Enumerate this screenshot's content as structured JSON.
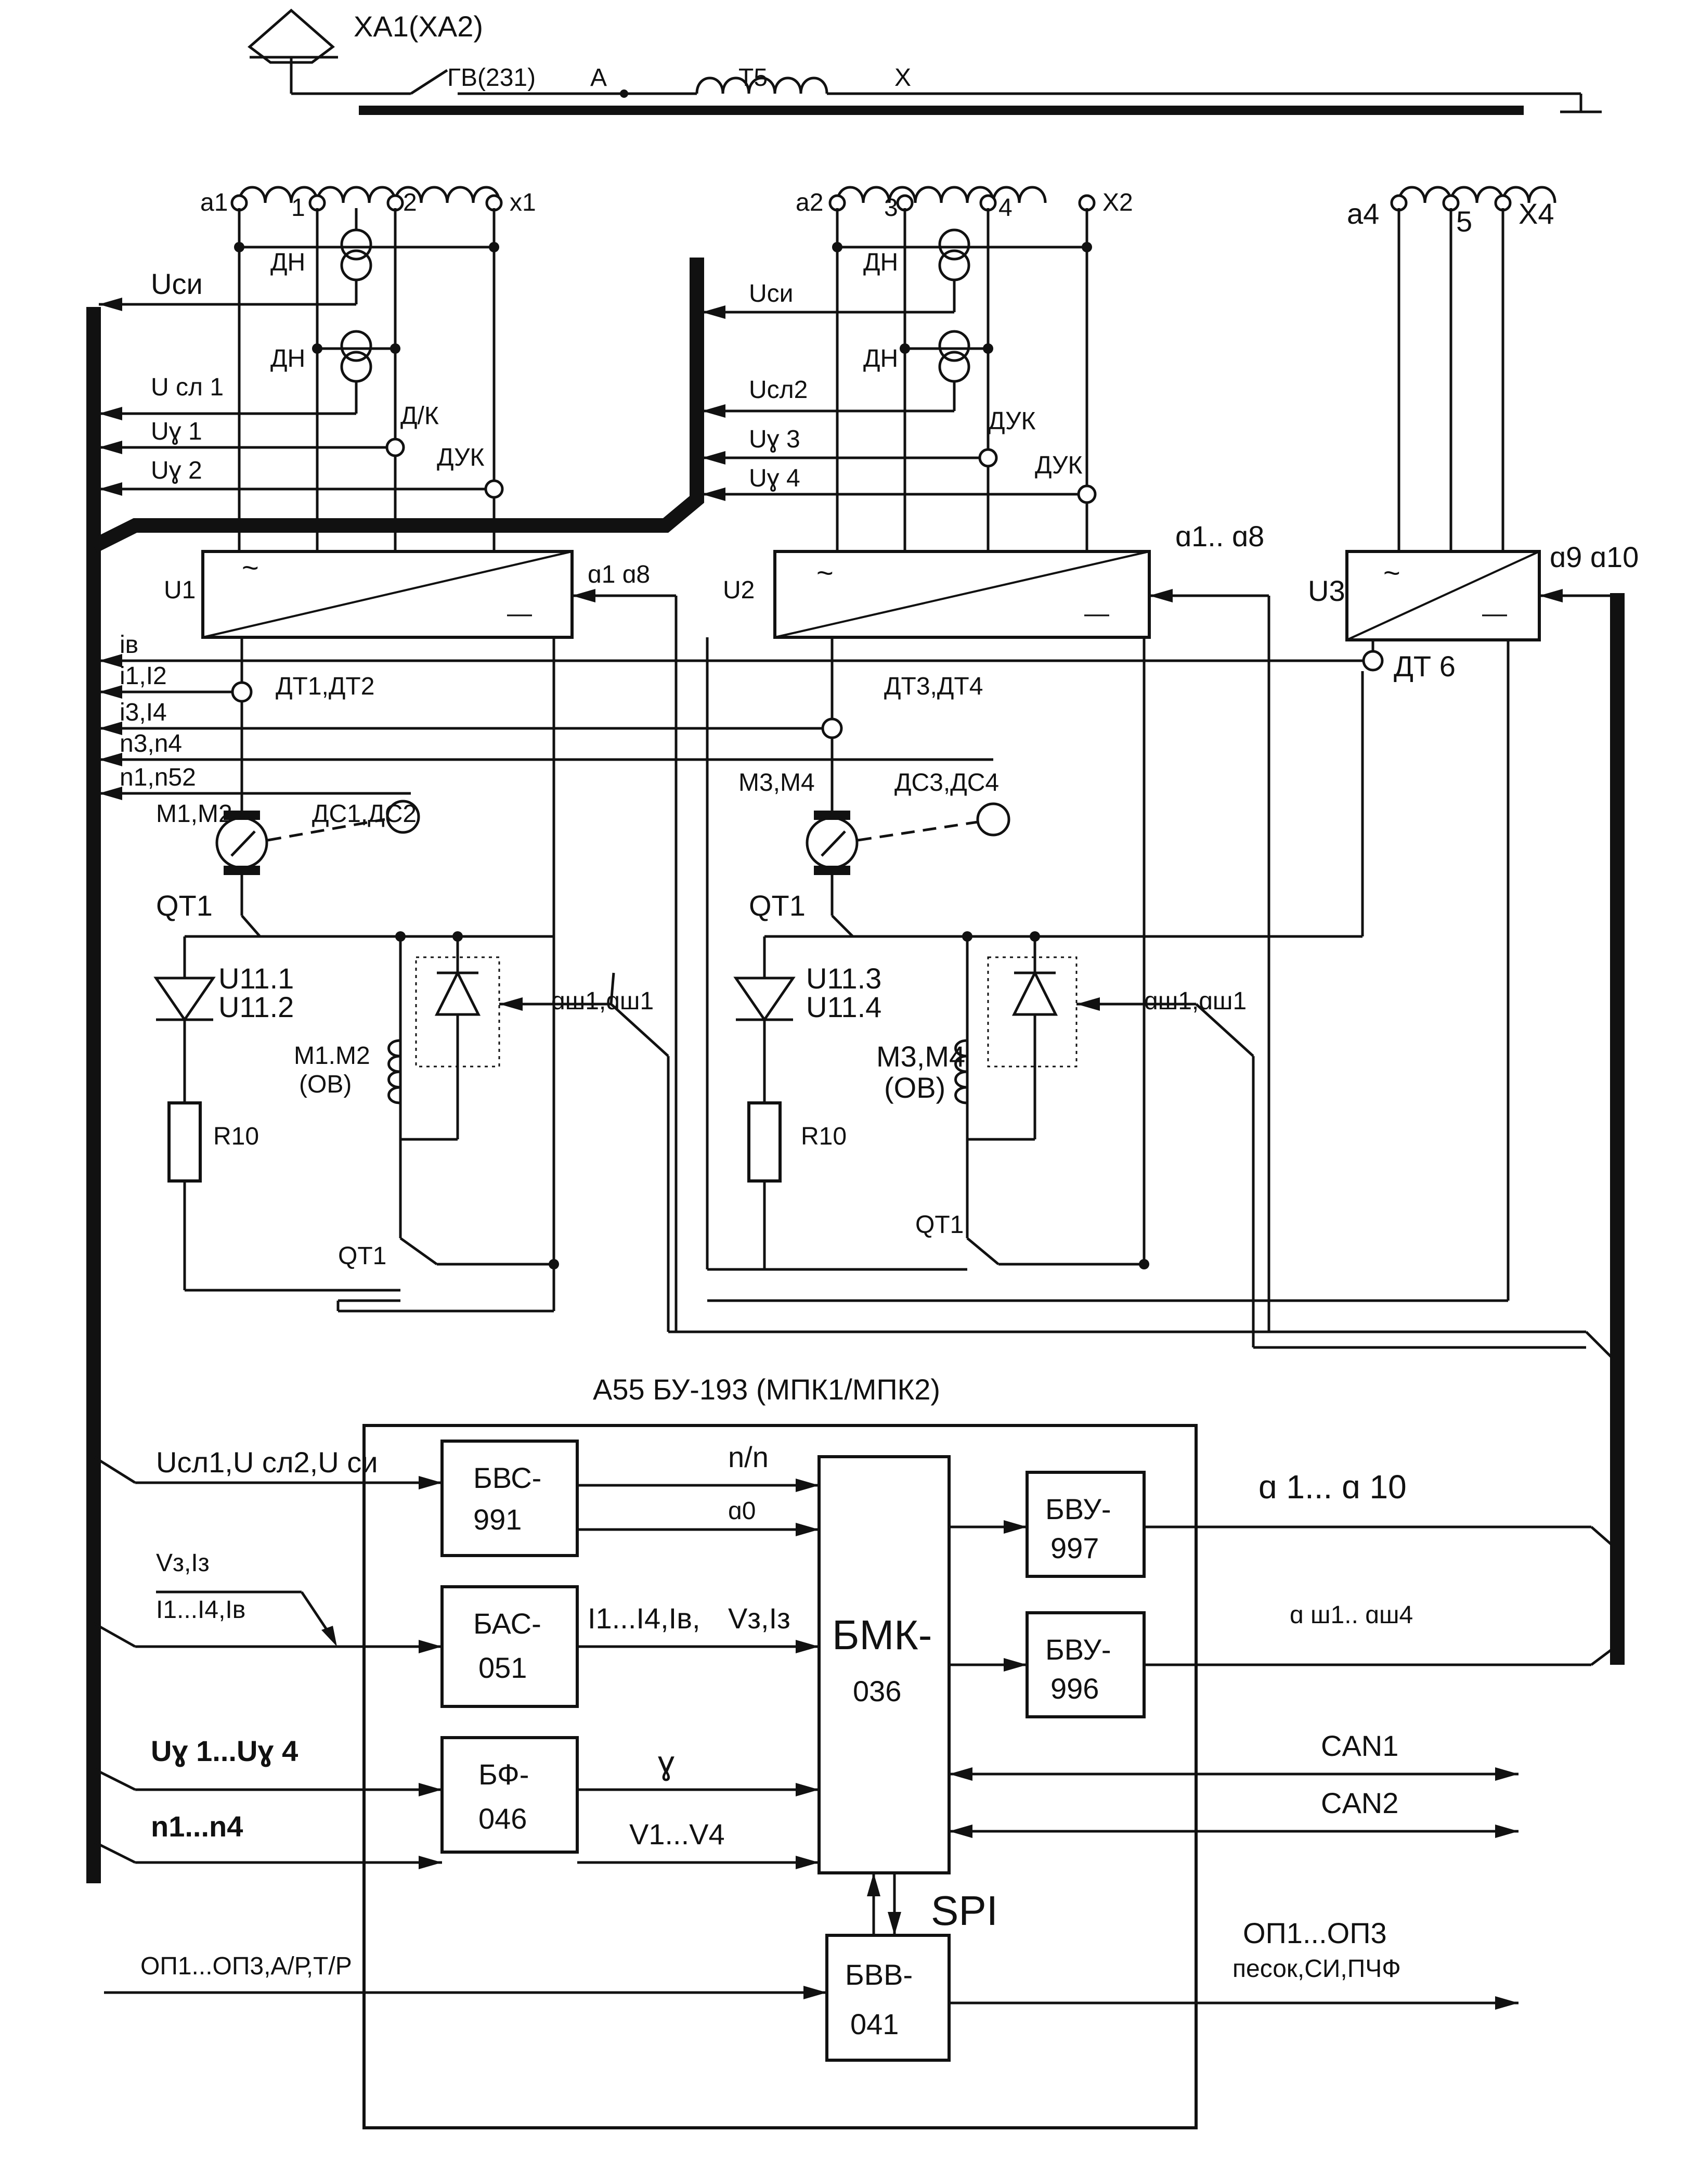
{
  "top": {
    "antenna": "ХА1(ХА2)",
    "breaker": "ГВ(231)",
    "node_a": "А",
    "transformer": "Т5",
    "node_x": "Х"
  },
  "windings": {
    "w1": [
      "а1",
      "1",
      "2",
      "х1"
    ],
    "w2": [
      "а2",
      "3",
      "4",
      "Х2"
    ],
    "w3": [
      "а4",
      "5",
      "Х4"
    ]
  },
  "sensors": {
    "dn": "ДН",
    "dyk": "ДУК",
    "dyk_left": "Д/К",
    "dt12": "ДТ1,ДТ2",
    "dt34": "ДТ3,ДТ4",
    "dt6": "ДТ 6",
    "ds12": "ДС1,ДС2",
    "ds34": "ДС3,ДС4"
  },
  "signals_left": {
    "ucu": "Uси",
    "ucl1": "U сл 1",
    "ug1": "Uɣ 1",
    "ug2": "Uɣ 2",
    "iv": "iв",
    "i12": "i1,I2",
    "i34": "i3,I4",
    "n34": "n3,n4",
    "n152": "n1,n52"
  },
  "signals_mid": {
    "ucu": "Uси",
    "ucl2": "Uсл2",
    "ug3": "Uɣ 3",
    "ug4": "Uɣ 4"
  },
  "converters": {
    "u1": "U1",
    "u2": "U2",
    "u3": "U3",
    "tilde": "~",
    "minus": "—",
    "u1_ctrl": "ɑ1   ɑ8",
    "u2_ctrl": "ɑ1.. ɑ8",
    "u3_ctrl": "ɑ9 ɑ10"
  },
  "motors": {
    "m12": "М1,М2",
    "m34": "М3,М4",
    "qt1": "QT1"
  },
  "excitation": {
    "u11_1": "U11.1",
    "u11_2": "U11.2",
    "u11_3": "U11.3",
    "u11_4": "U11.4",
    "r10": "R10",
    "field_12": "M1.M2",
    "field_34": "M3,M4",
    "ob": "(ОВ)",
    "alpha_sh": "ɑш1,ɑш1"
  },
  "controller": {
    "title": "А55 БУ-193 (МПК1/МПК2)",
    "inputs": {
      "ucl": "Uсл1,U сл2,U си",
      "vz": "Vз,Iз",
      "i14": "I1...I4,Iв",
      "ug": "Uɣ 1...Uɣ 4",
      "n14": "n1...n4",
      "op": "ОП1...ОП3,А/Р,Т/Р"
    },
    "blocks": {
      "bvs": [
        "БВС-",
        "991"
      ],
      "bas": [
        "БАС-",
        "051"
      ],
      "bf": [
        "БФ-",
        "046"
      ],
      "bmk": [
        "БМК-",
        "036"
      ],
      "bvy997": [
        "БВУ-",
        "997"
      ],
      "bvy996": [
        "БВУ-",
        "996"
      ],
      "bvv": [
        "БВВ-",
        "041"
      ]
    },
    "internal": {
      "nn": "n/n",
      "a0": "ɑ0",
      "i14v": "I1...I4,Iв,",
      "vz": "Vз,Iз",
      "gamma": "ɣ",
      "v14": "V1...V4",
      "spi": "SPI"
    },
    "outputs": {
      "a110": "ɑ 1...    ɑ 10",
      "ash": "ɑ ш1.. ɑш4",
      "can1": "CAN1",
      "can2": "CAN2",
      "op": "ОП1...ОП3",
      "op2": "песок,СИ,ПЧФ"
    }
  }
}
